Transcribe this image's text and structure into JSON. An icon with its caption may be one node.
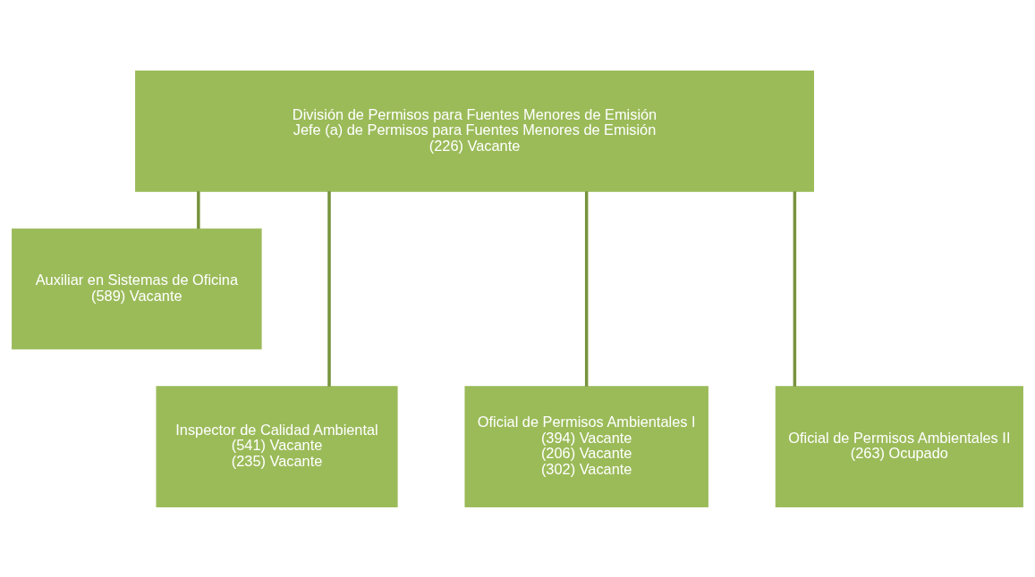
{
  "diagram": {
    "nodes": [
      {
        "text": [
          "División de Permisos para Fuentes Menores de Emisión",
          "Jefe (a) de Permisos para Fuentes Menores de Emisión",
          "(226) Vacante"
        ]
      },
      {
        "text": [
          "Auxiliar en Sistemas de Oficina",
          "(589) Vacante"
        ]
      },
      {
        "text": [
          "Inspector de Calidad Ambiental",
          "(541) Vacante",
          "(235) Vacante"
        ]
      },
      {
        "text": [
          "Oficial de Permisos Ambientales I",
          "(394) Vacante",
          "(206) Vacante",
          "(302) Vacante"
        ]
      },
      {
        "text": [
          "Oficial de Permisos Ambientales II",
          "(263) Ocupado"
        ]
      }
    ],
    "edges": [
      {
        "from": 0,
        "to": 1,
        "arrow": "none"
      },
      {
        "from": 0,
        "to": 2,
        "arrow": "none"
      },
      {
        "from": 0,
        "to": 3,
        "arrow": "none"
      },
      {
        "from": 0,
        "to": 4,
        "arrow": "none"
      }
    ]
  }
}
